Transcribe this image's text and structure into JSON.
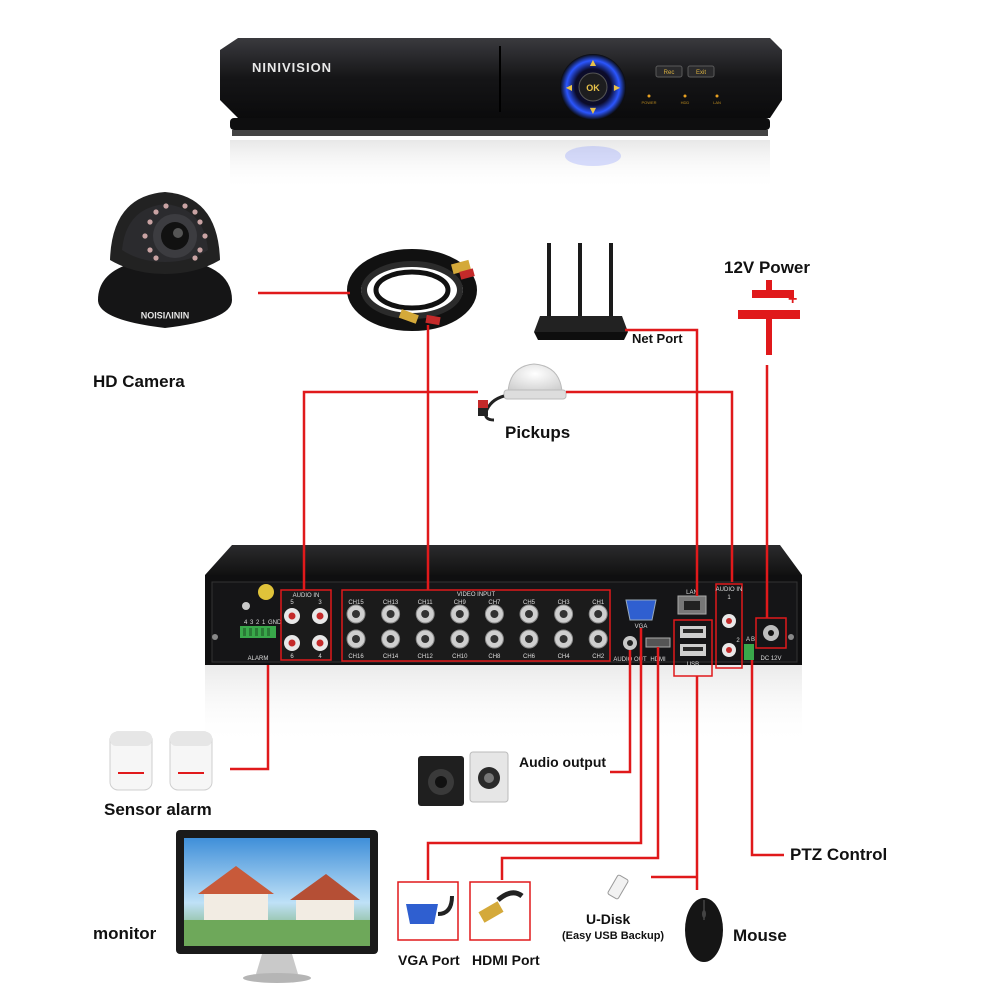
{
  "brand": "NINIVISION",
  "camera_brand": "NINIVISION",
  "front_panel": {
    "ok_label": "OK",
    "btn_left": "Rec",
    "btn_right": "Exit",
    "led_labels": [
      "POWER",
      "HDD",
      "LAN"
    ]
  },
  "labels": {
    "hd_camera": "HD Camera",
    "pickups": "Pickups",
    "net_port": "Net Port",
    "power_12v": "12V Power",
    "sensor_alarm": "Sensor alarm",
    "audio_output": "Audio output",
    "ptz_control": "PTZ Control",
    "monitor": "monitor",
    "vga_port": "VGA Port",
    "hdmi_port": "HDMI Port",
    "u_disk": "U-Disk",
    "u_disk_sub": "(Easy USB Backup)",
    "mouse": "Mouse"
  },
  "rear_panel": {
    "audio_in_left": "AUDIO IN",
    "audio_in_left_nums": [
      "5",
      "3",
      "6",
      "4"
    ],
    "video_input": "VIDEO INPUT",
    "channels_top": [
      "CH15",
      "CH13",
      "CH11",
      "CH9",
      "CH7",
      "CH5",
      "CH3",
      "CH1"
    ],
    "channels_bottom": [
      "CH16",
      "CH14",
      "CH12",
      "CH10",
      "CH8",
      "CH6",
      "CH4",
      "CH2"
    ],
    "vga": "VGA",
    "audio_out": "AUDIO OUT",
    "hdmi": "HDMI",
    "lan": "LAN",
    "usb": "USB",
    "audio_in_right": "AUDIO IN",
    "audio_in_right_nums": [
      "1",
      "2"
    ],
    "dc": "DC 12V",
    "alarm": "ALARM",
    "alarm_pins": [
      "4",
      "3",
      "2",
      "1",
      "GND"
    ],
    "ptz_pins": [
      "A",
      "B"
    ]
  },
  "power_symbol": "+",
  "colors": {
    "connector_line": "#e0191b",
    "dvr_body": "#1b1b1d",
    "ring_glow": "#2b56ff",
    "panel_gray": "#bdbdbd"
  }
}
